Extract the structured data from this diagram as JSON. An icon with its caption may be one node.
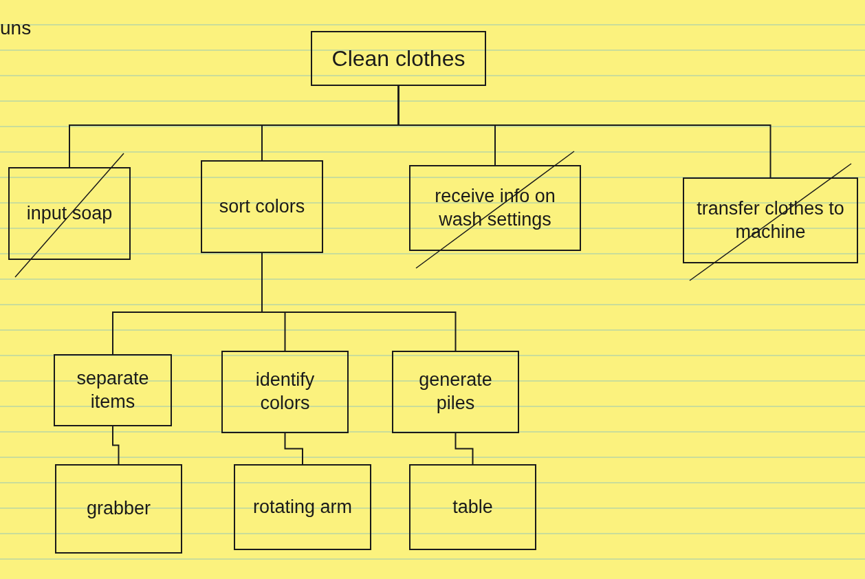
{
  "diagram": {
    "nodes": [
      {
        "text": [
          "Clean clothes"
        ]
      },
      {
        "text": [
          "input soap"
        ]
      },
      {
        "text": [
          "sort colors"
        ]
      },
      {
        "text": [
          "receive info on wash settings"
        ]
      },
      {
        "text": [
          "transfer clothes to machine"
        ]
      },
      {
        "text": [
          "separate items"
        ]
      },
      {
        "text": [
          "identify colors"
        ]
      },
      {
        "text": [
          "generate piles"
        ]
      },
      {
        "text": [
          "grabber"
        ]
      },
      {
        "text": [
          "rotating arm"
        ]
      },
      {
        "text": [
          "table"
        ]
      }
    ],
    "edges": [
      {
        "from": 0,
        "to": 1,
        "arrow": "none"
      },
      {
        "from": 0,
        "to": 2,
        "arrow": "none"
      },
      {
        "from": 0,
        "to": 3,
        "arrow": "none"
      },
      {
        "from": 0,
        "to": 4,
        "arrow": "none"
      },
      {
        "from": 2,
        "to": 5,
        "arrow": "none"
      },
      {
        "from": 2,
        "to": 6,
        "arrow": "none"
      },
      {
        "from": 2,
        "to": 7,
        "arrow": "none"
      },
      {
        "from": 5,
        "to": 8,
        "arrow": "none"
      },
      {
        "from": 6,
        "to": 9,
        "arrow": "none"
      },
      {
        "from": 7,
        "to": 10,
        "arrow": "none"
      }
    ],
    "labels": [
      "uns"
    ]
  }
}
